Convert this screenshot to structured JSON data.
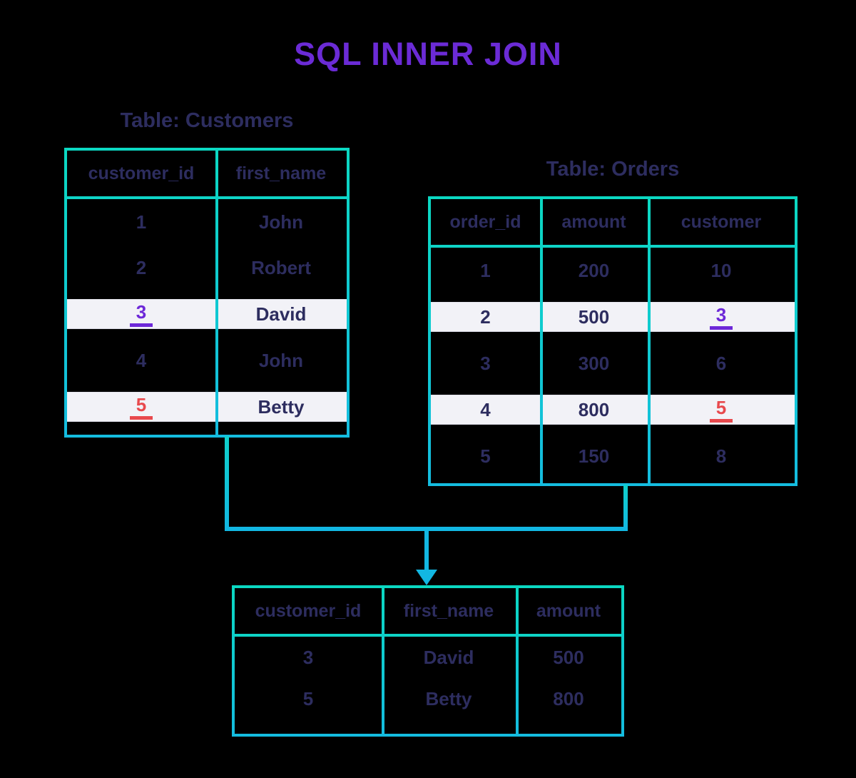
{
  "page": {
    "title": "SQL INNER JOIN",
    "background": "#000000",
    "title_color": "#6b2bd6"
  },
  "colors": {
    "table_border_teal": "#0fd2c6",
    "connector_blue": "#12b7e2",
    "text_navy": "#2d2d5f",
    "join_key_purple": "#6d28d8",
    "join_key_red": "#e8494d",
    "highlight_row": "#f2f2f7"
  },
  "tables": {
    "customers": {
      "caption": "Table: Customers",
      "headers": [
        "customer_id",
        "first_name"
      ],
      "rows": [
        {
          "cells": [
            "1",
            "John"
          ],
          "highlight": false
        },
        {
          "cells": [
            "2",
            "Robert"
          ],
          "highlight": false
        },
        {
          "cells": [
            "3",
            "David"
          ],
          "highlight": true,
          "join_key": {
            "column": "customer_id",
            "color": "purple"
          }
        },
        {
          "cells": [
            "4",
            "John"
          ],
          "highlight": false
        },
        {
          "cells": [
            "5",
            "Betty"
          ],
          "highlight": true,
          "join_key": {
            "column": "customer_id",
            "color": "red"
          }
        }
      ]
    },
    "orders": {
      "caption": "Table: Orders",
      "headers": [
        "order_id",
        "amount",
        "customer"
      ],
      "rows": [
        {
          "cells": [
            "1",
            "200",
            "10"
          ],
          "highlight": false
        },
        {
          "cells": [
            "2",
            "500",
            "3"
          ],
          "highlight": true,
          "join_key": {
            "column": "customer",
            "color": "purple"
          }
        },
        {
          "cells": [
            "3",
            "300",
            "6"
          ],
          "highlight": false
        },
        {
          "cells": [
            "4",
            "800",
            "5"
          ],
          "highlight": true,
          "join_key": {
            "column": "customer",
            "color": "red"
          }
        },
        {
          "cells": [
            "5",
            "150",
            "8"
          ],
          "highlight": false
        }
      ]
    },
    "result": {
      "headers": [
        "customer_id",
        "first_name",
        "amount"
      ],
      "rows": [
        {
          "cells": [
            "3",
            "David",
            "500"
          ],
          "highlight": false
        },
        {
          "cells": [
            "5",
            "Betty",
            "800"
          ],
          "highlight": false
        }
      ]
    }
  }
}
